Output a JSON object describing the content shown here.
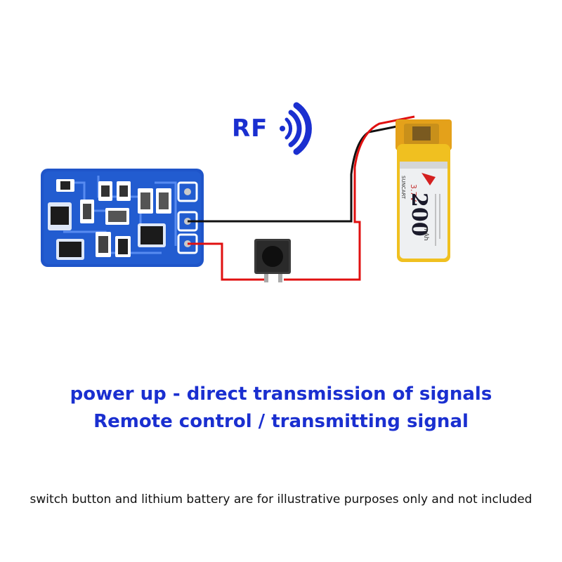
{
  "rf_label": "RF",
  "captions": {
    "line1": "power up - direct transmission of signals",
    "line2": "Remote control / transmitting signal"
  },
  "note": "switch button and lithium battery are for illustrative purposes only and not included",
  "battery_label": {
    "capacity": "200",
    "unit": "mAh",
    "brand": "SUNCART",
    "voltage": "3.7V"
  },
  "colors": {
    "caption_blue": "#1a2fd0",
    "pcb_blue": "#1f55c9",
    "wire_red": "#e01010",
    "wire_black": "#111111",
    "battery_yellow": "#f0c020"
  },
  "icons": {
    "rf": "radio-wave-icon",
    "switch": "push-button-icon",
    "battery": "lipo-battery-icon",
    "module": "rf-transmitter-module-icon"
  }
}
